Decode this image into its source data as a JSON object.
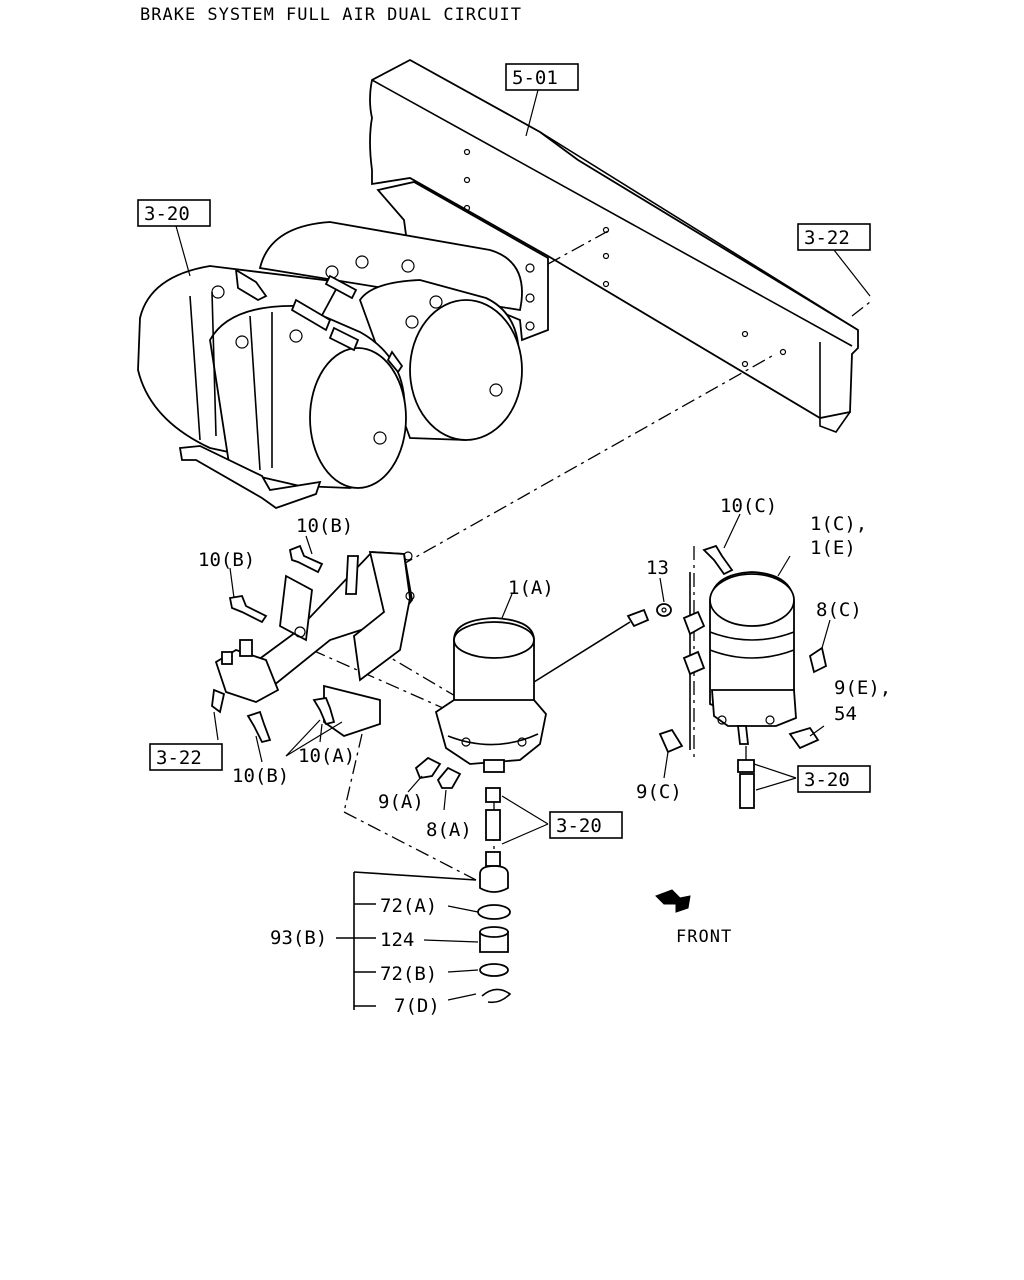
{
  "title": "BRAKE SYSTEM FULL AIR DUAL CIRCUIT",
  "refs": {
    "frame": "5-01",
    "tanks": "3-20",
    "frame_bolt": "3-22",
    "bracket": "3-22",
    "dryer_fittings": "3-20",
    "filter_fittings": "3-20"
  },
  "labels": {
    "bolt_top": "10(B)",
    "bolt_left": "10(B)",
    "bolt_bottom": "10(B)",
    "bolt_a": "10(A)",
    "dryer": "1(A)",
    "fit_9a": "9(A)",
    "fit_8a": "8(A)",
    "bolt_c": "10(C)",
    "filter_1c": "1(C),",
    "filter_1e": "1(E)",
    "washer": "13",
    "fit_8c": "8(C)",
    "fit_9e": "9(E),",
    "fit_54": "54",
    "fit_9c": "9(C)",
    "kit": "93(B)",
    "kit_72a": "72(A)",
    "kit_124": "124",
    "kit_72b": "72(B)",
    "kit_7d": "7(D)",
    "front": "FRONT"
  }
}
